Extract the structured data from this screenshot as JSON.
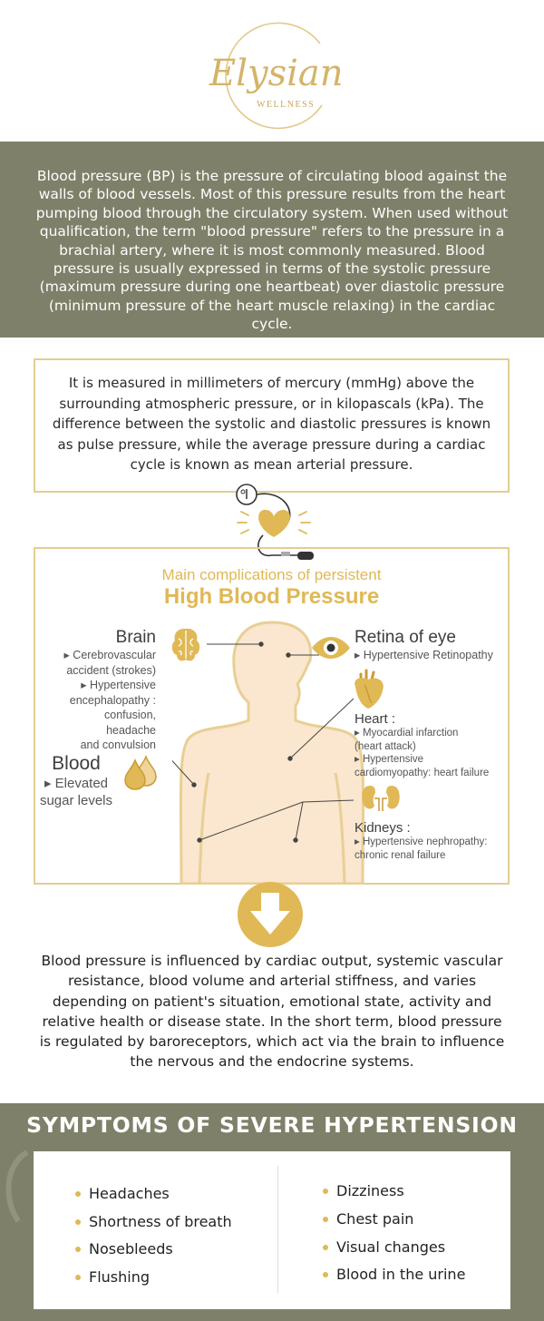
{
  "logo": {
    "script": "Elysian",
    "sub": "WELLNESS"
  },
  "intro": {
    "text": "Blood pressure (BP) is the pressure of circulating blood against the walls of blood vessels. Most of this pressure results from the heart pumping blood through the circulatory system. When used without qualification, the term \"blood pressure\" refers to the pressure in a brachial artery, where it is most commonly measured. Blood pressure is usually expressed in terms of the systolic pressure (maximum pressure during one heartbeat) over diastolic pressure (minimum pressure of the heart muscle relaxing) in the cardiac cycle."
  },
  "measure": {
    "text": "It is measured in millimeters of mercury (mmHg) above the surrounding atmospheric pressure, or in kilopascals (kPa). The difference between the systolic and diastolic pressures is known as pulse pressure, while the average pressure during a cardiac cycle is known as mean arterial pressure."
  },
  "complications": {
    "subtitle": "Main complications of persistent",
    "title": "High Blood Pressure",
    "brain": {
      "title": "Brain",
      "items": [
        "▸ Cerebrovascular",
        "accident (strokes)",
        "▸ Hypertensive",
        "encephalopathy :",
        "confusion, headache",
        "and convulsion"
      ]
    },
    "blood": {
      "title": "Blood",
      "items": [
        "▸ Elevated",
        "sugar levels"
      ]
    },
    "retina": {
      "title": "Retina of eye",
      "items": [
        "▸ Hypertensive Retinopathy"
      ]
    },
    "heart": {
      "title": "Heart :",
      "items": [
        "▸ Myocardial infarction",
        "(heart attack)",
        "▸ Hypertensive",
        "cardiomyopathy: heart failure"
      ]
    },
    "kidneys": {
      "title": "Kidneys :",
      "items": [
        "▸ Hypertensive nephropathy:",
        "chronic renal failure"
      ]
    }
  },
  "influence": {
    "text": "Blood pressure is influenced by cardiac output, systemic vascular resistance, blood volume and arterial stiffness, and varies depending on patient's situation, emotional state, activity and relative health or disease state. In the short term, blood pressure is regulated by baroreceptors, which act via the brain to influence the nervous and the endocrine systems."
  },
  "symptoms": {
    "title": "SYMPTOMS OF SEVERE HYPERTENSION",
    "left": [
      "Headaches",
      "Shortness of breath",
      "Nosebleeds",
      "Flushing"
    ],
    "right": [
      "Dizziness",
      "Chest pain",
      "Visual changes",
      "Blood in the urine"
    ]
  },
  "colors": {
    "gold": "#e0b855",
    "olive": "#7e8069",
    "body_fill": "#fbe6cf",
    "body_stroke": "#e8cf95"
  }
}
